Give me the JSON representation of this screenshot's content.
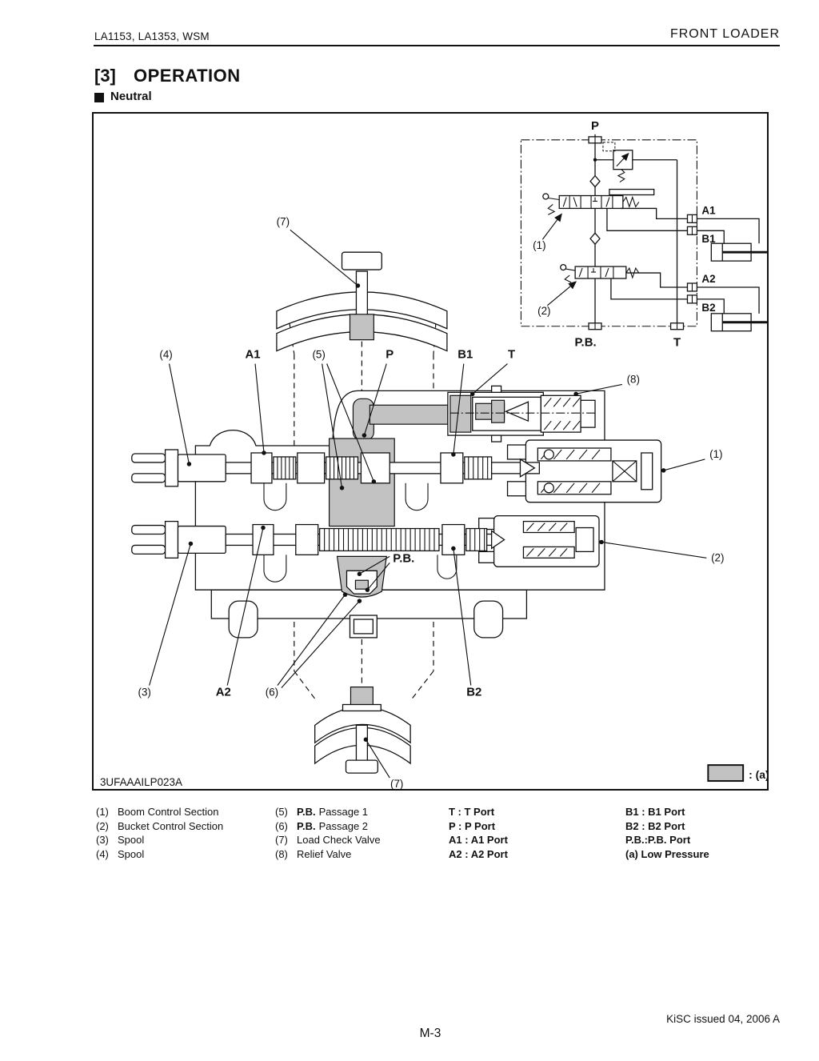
{
  "page": {
    "header_left": "LA1153, LA1353, WSM",
    "header_right": "FRONT  LOADER",
    "section_number": "[3]",
    "section_title": "OPERATION",
    "subsection_title": "Neutral",
    "footer_issue": "KiSC issued 04, 2006 A",
    "page_number": "M-3"
  },
  "colors": {
    "low_pressure": "#c2c2c2",
    "line": "#111111"
  },
  "figure": {
    "code": "3UFAAAILP023A",
    "swatch_label": ": (a)",
    "schematic": {
      "port_p": "P",
      "port_pb": "P.B.",
      "port_t": "T",
      "port_a1": "A1",
      "port_b1": "B1",
      "port_a2": "A2",
      "port_b2": "B2",
      "callout_boom": "(1)",
      "callout_bucket": "(2)"
    },
    "section_view": {
      "callout_7_top": "(7)",
      "callout_4": "(4)",
      "label_a1": "A1",
      "callout_5": "(5)",
      "label_p": "P",
      "label_b1": "B1",
      "label_t": "T",
      "callout_8": "(8)",
      "callout_1": "(1)",
      "callout_2": "(2)",
      "callout_3": "(3)",
      "label_a2": "A2",
      "callout_6": "(6)",
      "label_b2": "B2",
      "label_pb": "P.B.",
      "callout_7_bottom": "(7)"
    }
  },
  "legend": {
    "col1": [
      {
        "num": "(1)",
        "text": "Boom Control Section"
      },
      {
        "num": "(2)",
        "text": "Bucket Control Section"
      },
      {
        "num": "(3)",
        "text": "Spool"
      },
      {
        "num": "(4)",
        "text": "Spool"
      }
    ],
    "col2": [
      {
        "num": "(5)",
        "prefix": "P.B.",
        "text": "Passage 1"
      },
      {
        "num": "(6)",
        "prefix": "P.B.",
        "text": "Passage 2"
      },
      {
        "num": "(7)",
        "prefix": "",
        "text": "Load Check Valve"
      },
      {
        "num": "(8)",
        "prefix": "",
        "text": "Relief Valve"
      }
    ],
    "col3": [
      {
        "text": "T :  T Port"
      },
      {
        "text": "P :  P Port"
      },
      {
        "text": "A1 : A1 Port"
      },
      {
        "text": "A2 : A2 Port"
      }
    ],
    "col4": [
      {
        "text": "B1 : B1 Port"
      },
      {
        "text": "B2 : B2 Port"
      },
      {
        "text": "P.B.:P.B. Port"
      },
      {
        "text": "(a)  Low Pressure"
      }
    ]
  }
}
